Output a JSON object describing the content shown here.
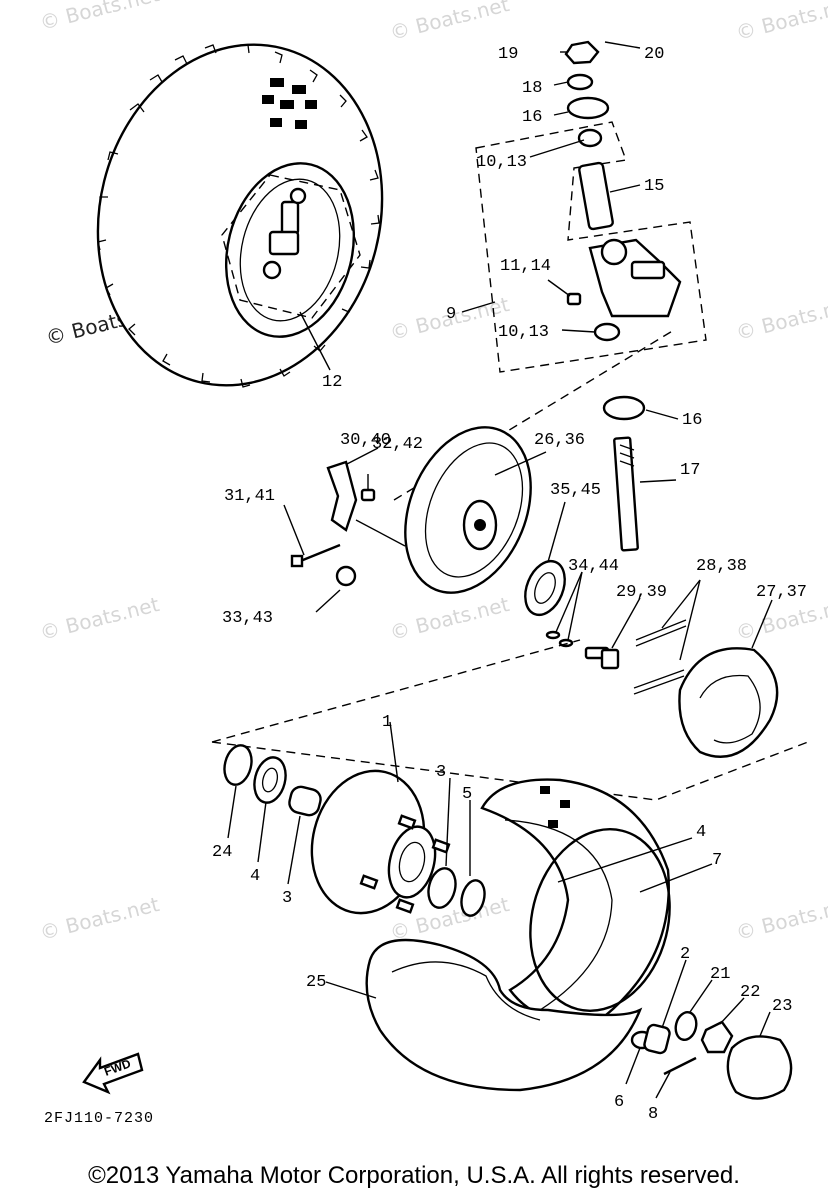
{
  "watermark": "© Boats.net",
  "drawing_number": "2FJ110-7230",
  "fwd_label": "FWD",
  "copyright": "©2013 Yamaha Motor Corporation, U.S.A. All rights reserved.",
  "callouts": [
    "19",
    "20",
    "18",
    "16",
    "10,13",
    "15",
    "11,14",
    "9",
    "10,13",
    "12",
    "16",
    "30,40",
    "32,42",
    "26,36",
    "17",
    "31,41",
    "35,45",
    "34,44",
    "28,38",
    "33,43",
    "29,39",
    "27,37",
    "1",
    "3",
    "4",
    "7",
    "5",
    "4",
    "3",
    "2",
    "21",
    "22",
    "23",
    "25",
    "6",
    "8",
    "24"
  ]
}
